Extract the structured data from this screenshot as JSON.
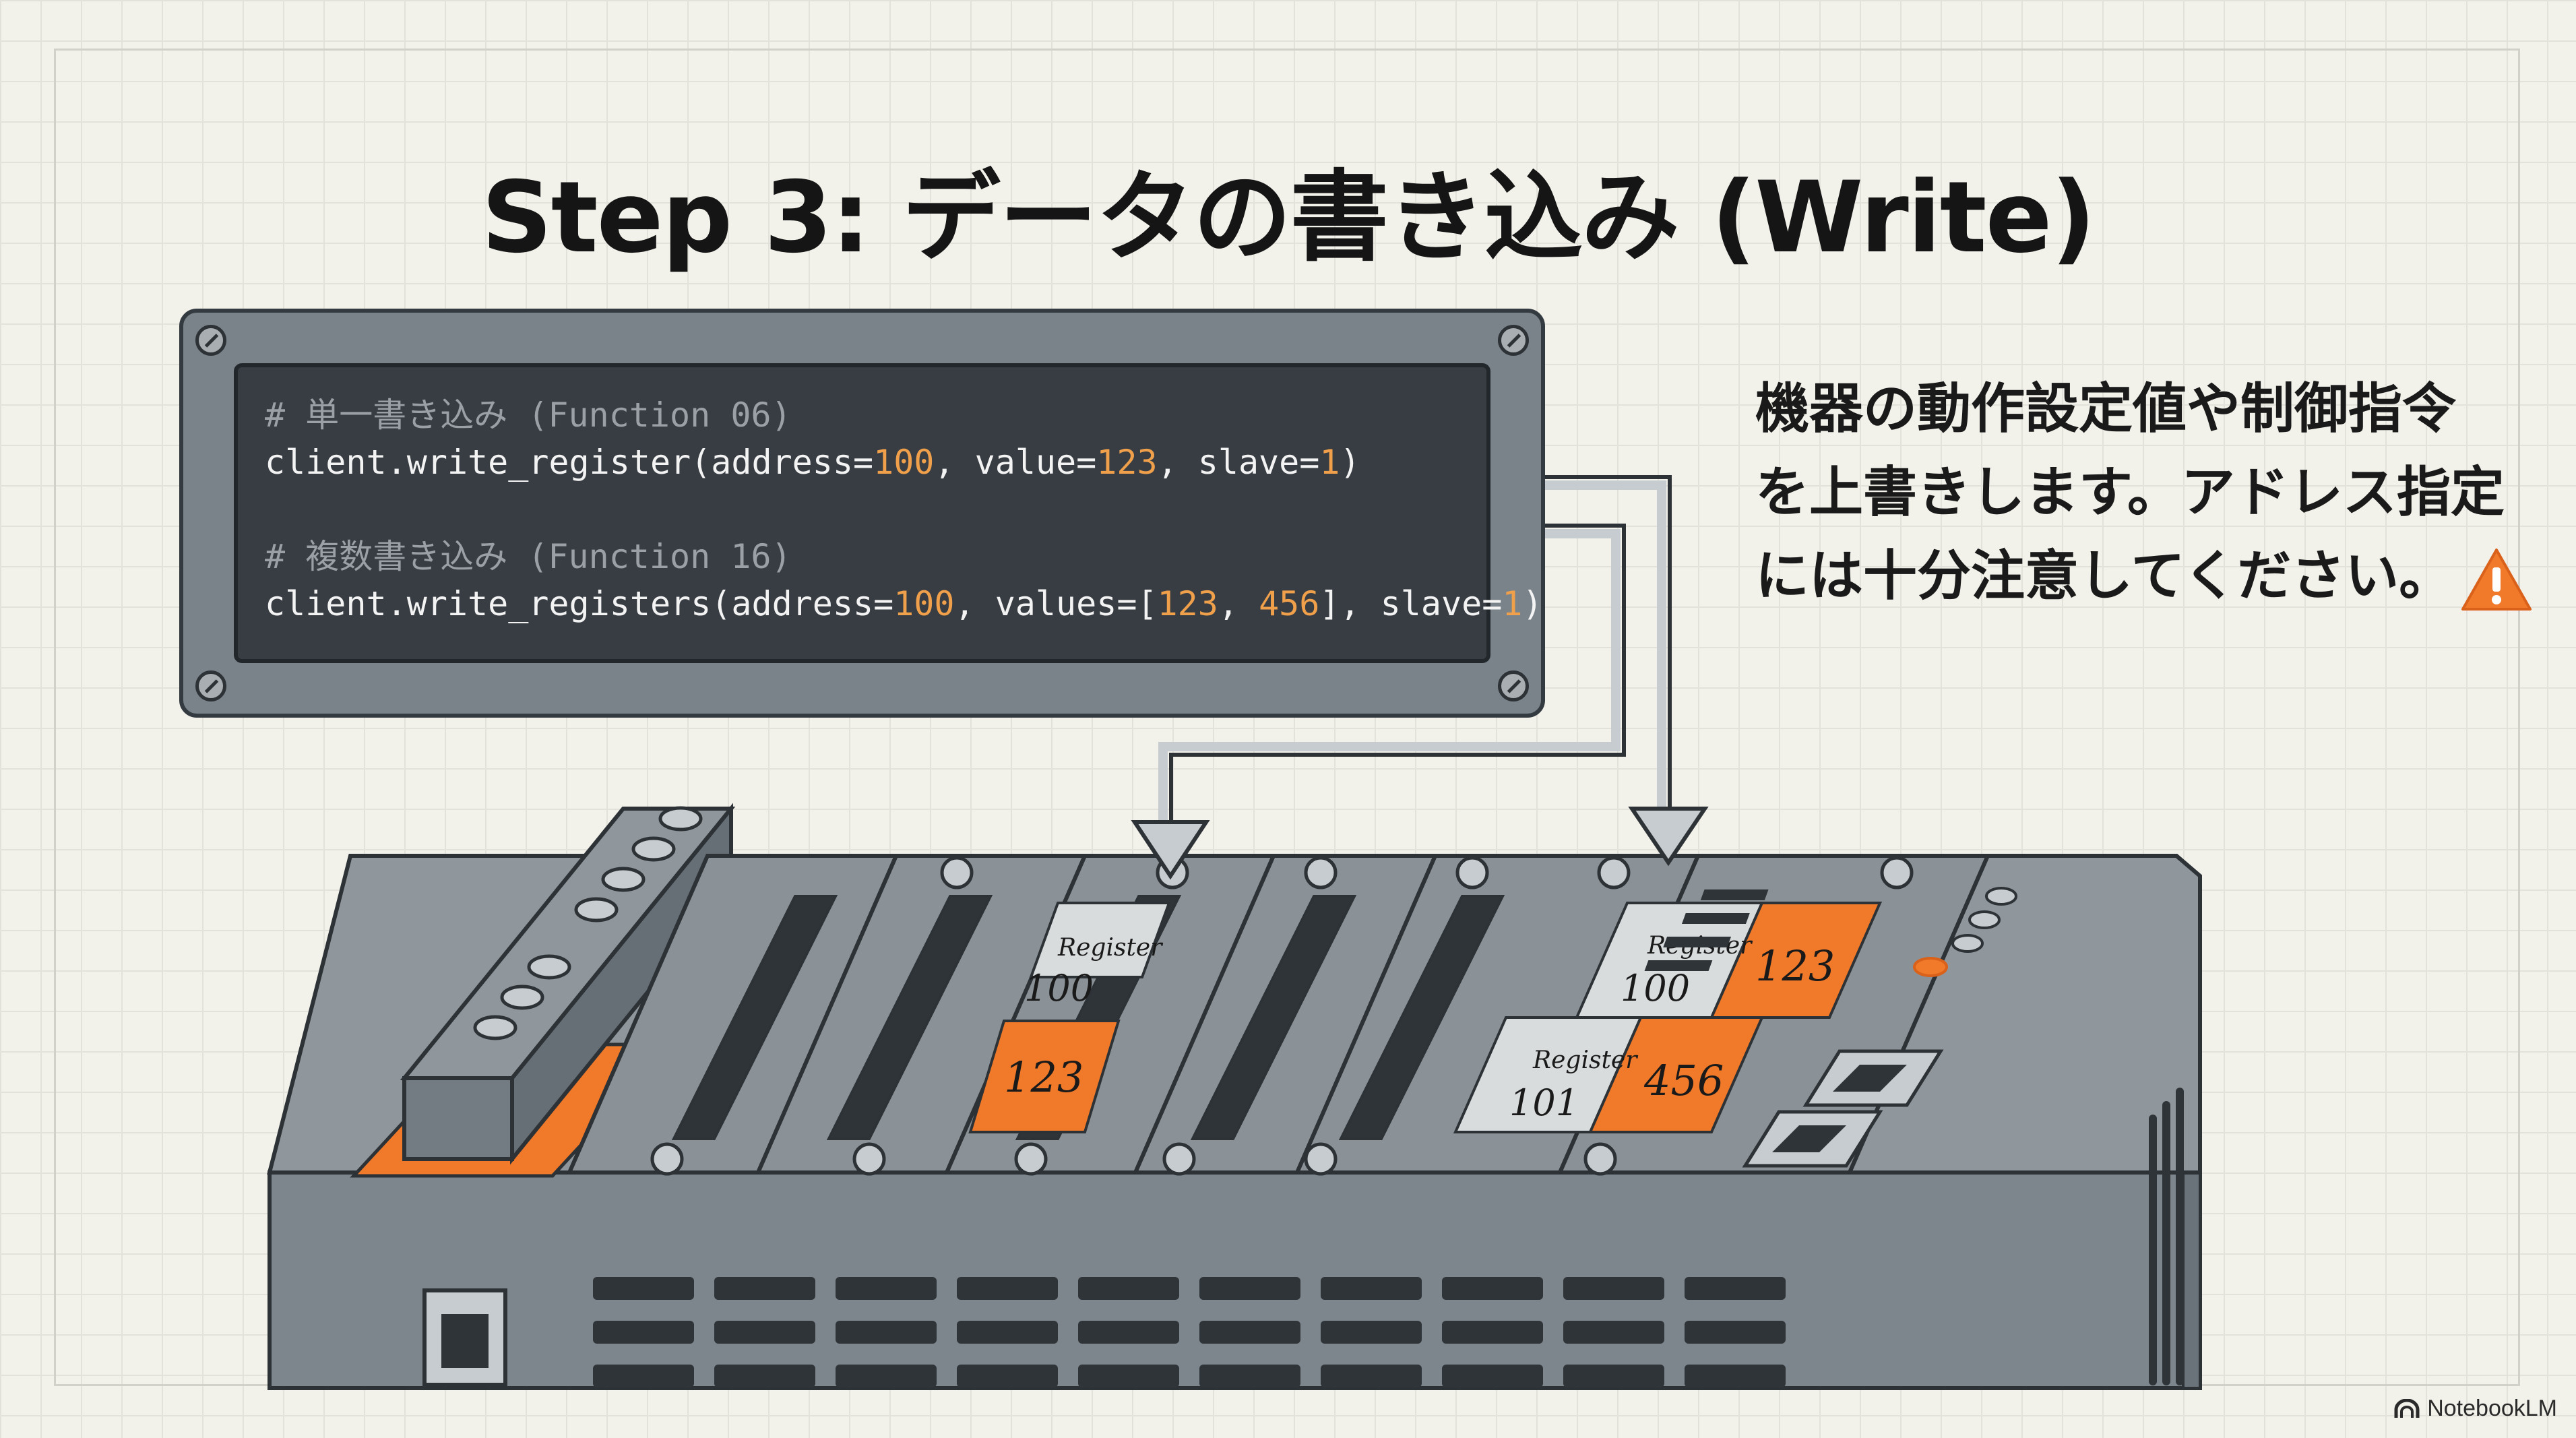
{
  "title": "Step 3: データの書き込み (Write)",
  "code": {
    "comment1": "# 単一書き込み (Function 06)",
    "line1_fn": "client.write_register(",
    "line1_addr_key": "address=",
    "line1_addr_val": "100",
    "line1_val_key": ", value=",
    "line1_val_val": "123",
    "line1_slave_key": ", slave=",
    "line1_slave_val": "1",
    "line1_end": ")",
    "comment2": "# 複数書き込み (Function 16)",
    "line2_fn": "client.write_registers(",
    "line2_addr_key": "address=",
    "line2_addr_val": "100",
    "line2_vals_key": ", values=[",
    "line2_v1": "123",
    "line2_sep": ", ",
    "line2_v2": "456",
    "line2_slave_key": "], slave=",
    "line2_slave_val": "1",
    "line2_end": ")"
  },
  "description": {
    "line1": "機器の動作設定値や制御指令",
    "line2": "を上書きします。アドレス指定",
    "line3": "には十分注意してください。"
  },
  "modules": {
    "single": {
      "register_label": "Register",
      "address": "100",
      "value": "123"
    },
    "multi": [
      {
        "register_label": "Register",
        "address": "100",
        "value": "123"
      },
      {
        "register_label": "Register",
        "address": "101",
        "value": "456"
      }
    ]
  },
  "icons": {
    "warning": "warning-triangle-icon",
    "brand_logo": "notebooklm-logo-icon"
  },
  "brand": "NotebookLM",
  "colors": {
    "accent": "#f07a2a",
    "code_bg": "#373d43",
    "number": "#f0a04b",
    "device": "#7a838a"
  }
}
